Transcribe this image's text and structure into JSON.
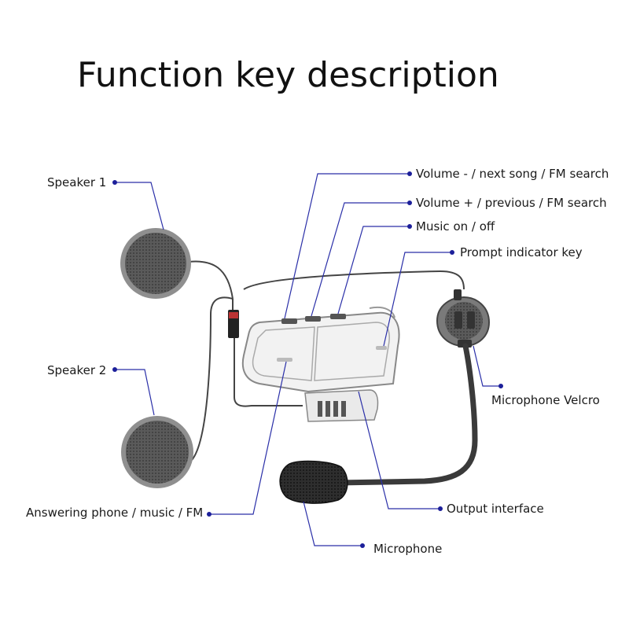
{
  "title": "Function key description",
  "labels": {
    "speaker1": "Speaker 1",
    "speaker2": "Speaker 2",
    "answering": "Answering phone / music / FM",
    "volume_minus": "Volume - / next song / FM search",
    "volume_plus": "Volume + / previous / FM search",
    "music": "Music on / off",
    "prompt": "Prompt indicator key",
    "mic_velcro": "Microphone Velcro",
    "output": "Output interface",
    "microphone": "Microphone"
  },
  "colors": {
    "leader": "#2a2fa8",
    "dot": "#1c1f9a",
    "speaker": "#8f8f8f",
    "cable": "#444444"
  }
}
